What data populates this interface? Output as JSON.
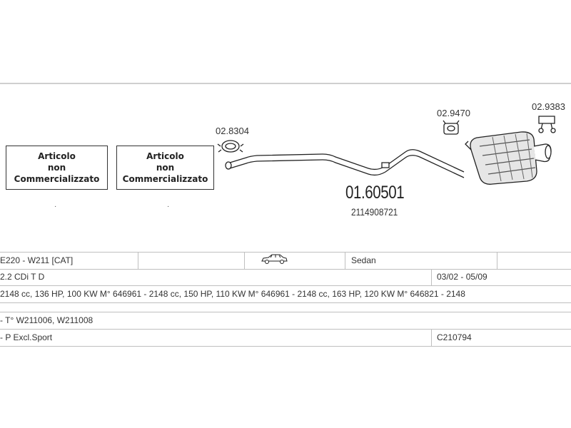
{
  "notice_boxes": [
    {
      "lines": [
        "Articolo",
        "non",
        "Commercializzato"
      ]
    },
    {
      "lines": [
        "Articolo",
        "non",
        "Commercializzato"
      ]
    }
  ],
  "parts": {
    "clamp_front": "02.8304",
    "hanger_mid": "02.9470",
    "hanger_rear": "02.9383",
    "main_code": "01.60501",
    "oem_code": "2114908721"
  },
  "icons": {
    "vehicle": "car-sedan-icon",
    "clamp": "clamp-icon",
    "hanger": "rubber-hanger-icon"
  },
  "vehicle": {
    "model": "E220 - W211  [CAT]",
    "body_type": "Sedan",
    "engine": "2.2 CDi T D",
    "period": "03/02 - 05/09",
    "specs": "2148 cc, 136 HP, 100 KW M° 646961 - 2148 cc, 150 HP, 110 KW M° 646961 - 2148 cc, 163 HP, 120 KW M° 646821 - 2148",
    "type_codes": "- T° W211006, W211008",
    "note": "- P Excl.Sport",
    "reference": "C210794"
  }
}
